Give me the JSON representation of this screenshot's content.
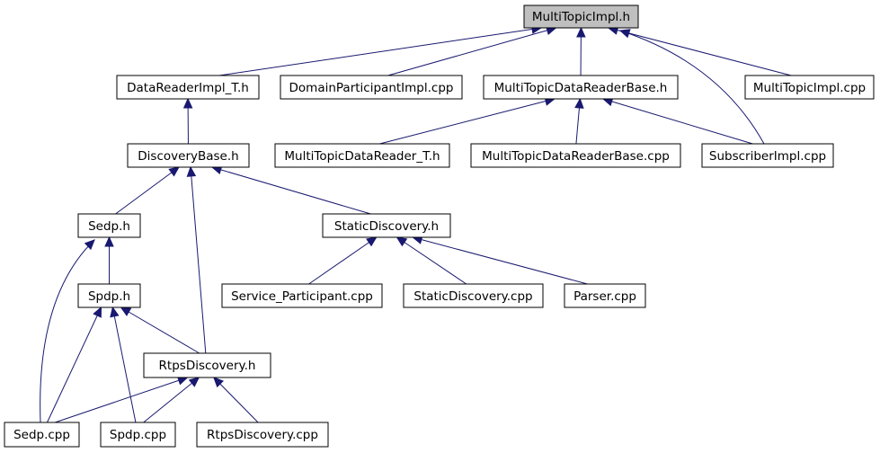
{
  "colors": {
    "edge": "#191970",
    "root_fill": "#bfbfbf",
    "node_fill": "#ffffff",
    "border": "#000000"
  },
  "nodes": {
    "multitopicimpl_h": "MultiTopicImpl.h",
    "datareaderimpl_t_h": "DataReaderImpl_T.h",
    "domainparticipantimpl_cpp": "DomainParticipantImpl.cpp",
    "multitopicdatareaderbase_h": "MultiTopicDataReaderBase.h",
    "multitopicimpl_cpp": "MultiTopicImpl.cpp",
    "discoverybase_h": "DiscoveryBase.h",
    "multitopicdatareader_t_h": "MultiTopicDataReader_T.h",
    "multitopicdatareaderbase_cpp": "MultiTopicDataReaderBase.cpp",
    "subscriberimpl_cpp": "SubscriberImpl.cpp",
    "sedp_h": "Sedp.h",
    "staticdiscovery_h": "StaticDiscovery.h",
    "spdp_h": "Spdp.h",
    "service_participant_cpp": "Service_Participant.cpp",
    "staticdiscovery_cpp": "StaticDiscovery.cpp",
    "parser_cpp": "Parser.cpp",
    "rtpsdiscovery_h": "RtpsDiscovery.h",
    "sedp_cpp": "Sedp.cpp",
    "spdp_cpp": "Spdp.cpp",
    "rtpsdiscovery_cpp": "RtpsDiscovery.cpp"
  },
  "edges": [
    [
      "datareaderimpl_t_h",
      "multitopicimpl_h"
    ],
    [
      "domainparticipantimpl_cpp",
      "multitopicimpl_h"
    ],
    [
      "multitopicdatareaderbase_h",
      "multitopicimpl_h"
    ],
    [
      "subscriberimpl_cpp",
      "multitopicimpl_h"
    ],
    [
      "multitopicimpl_cpp",
      "multitopicimpl_h"
    ],
    [
      "discoverybase_h",
      "datareaderimpl_t_h"
    ],
    [
      "multitopicdatareader_t_h",
      "multitopicdatareaderbase_h"
    ],
    [
      "multitopicdatareaderbase_cpp",
      "multitopicdatareaderbase_h"
    ],
    [
      "subscriberimpl_cpp",
      "multitopicdatareaderbase_h"
    ],
    [
      "sedp_h",
      "discoverybase_h"
    ],
    [
      "rtpsdiscovery_h",
      "discoverybase_h"
    ],
    [
      "staticdiscovery_h",
      "discoverybase_h"
    ],
    [
      "spdp_h",
      "sedp_h"
    ],
    [
      "sedp_cpp",
      "sedp_h"
    ],
    [
      "service_participant_cpp",
      "staticdiscovery_h"
    ],
    [
      "staticdiscovery_cpp",
      "staticdiscovery_h"
    ],
    [
      "parser_cpp",
      "staticdiscovery_h"
    ],
    [
      "sedp_cpp",
      "spdp_h"
    ],
    [
      "spdp_cpp",
      "spdp_h"
    ],
    [
      "rtpsdiscovery_h",
      "spdp_h"
    ],
    [
      "sedp_cpp",
      "rtpsdiscovery_h"
    ],
    [
      "spdp_cpp",
      "rtpsdiscovery_h"
    ],
    [
      "rtpsdiscovery_cpp",
      "rtpsdiscovery_h"
    ]
  ]
}
